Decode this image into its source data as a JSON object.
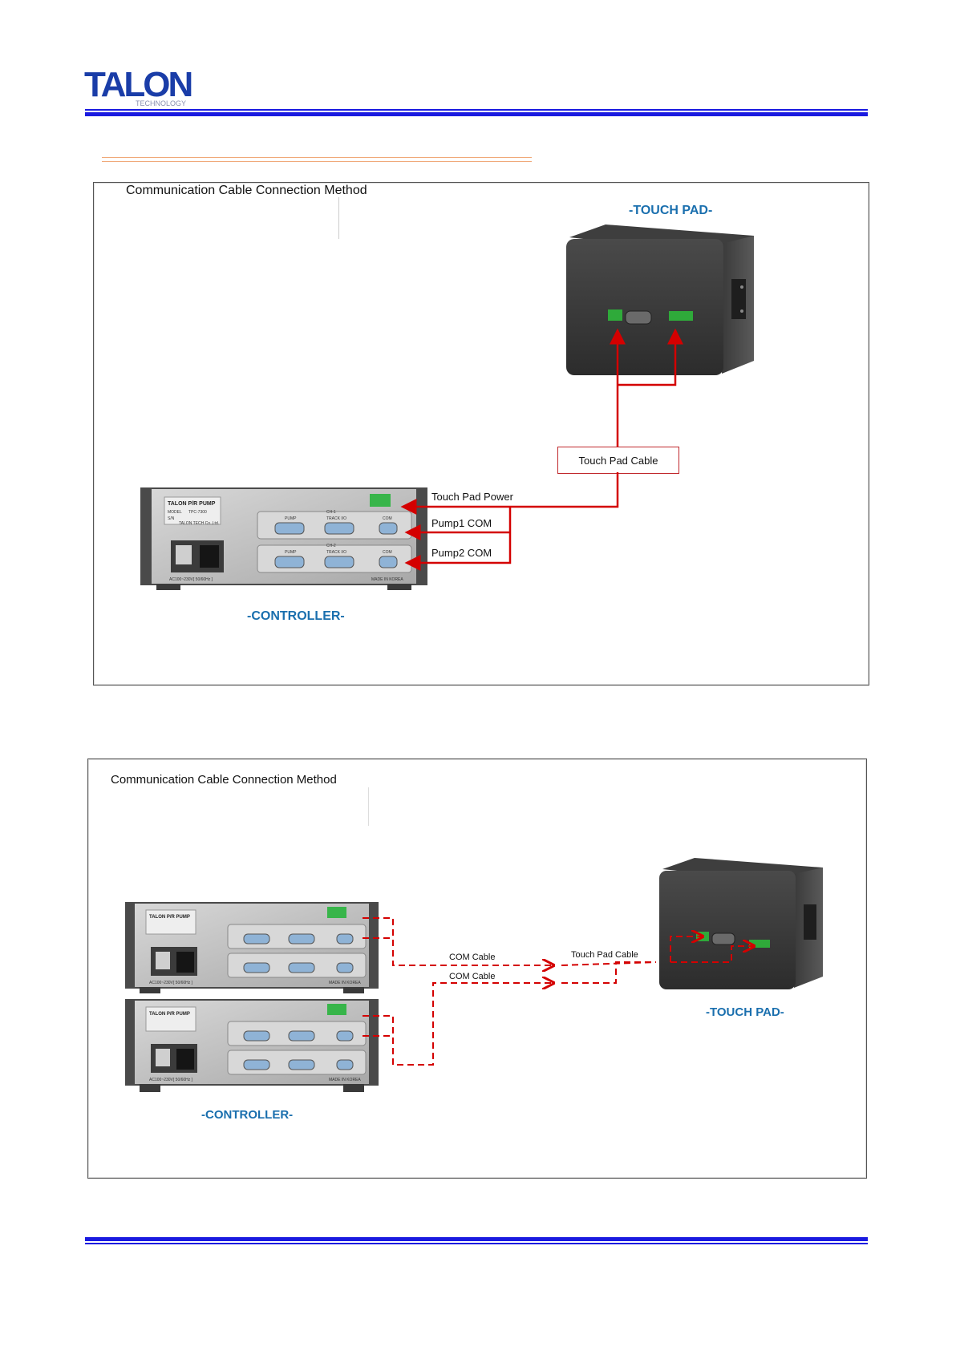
{
  "header": {
    "logo_text": "TALON",
    "logo_subtext": "TECHNOLOGY"
  },
  "diagram1": {
    "title": "Communication Cable Connection Method",
    "touch_pad_label": "-TOUCH PAD-",
    "controller_label": "-CONTROLLER-",
    "touch_pad_cable": "Touch Pad Cable",
    "touch_pad_power": "Touch Pad Power",
    "pump1_com": "Pump1  COM",
    "pump2_com": "Pump2  COM"
  },
  "diagram2": {
    "title": "Communication Cable Connection Method",
    "touch_pad_label": "-TOUCH PAD-",
    "controller_label": "-CONTROLLER-",
    "com_cable_1": "COM Cable",
    "com_cable_2": "COM Cable",
    "touch_pad_cable": "Touch Pad Cable"
  },
  "controller_unit": {
    "brand": "TALON P/R PUMP",
    "model_label": "MODEL",
    "model": "TPC-7300",
    "serial_label": "S/N",
    "company": "TALON TECH Co.,Ltd.",
    "channel1": "CH-1",
    "channel2": "CH-2",
    "port_pump": "PUMP",
    "port_track": "TRACK I/O",
    "port_com": "COM",
    "power_rating": "AC100~230V[ 50/60Hz ]",
    "origin": "MADE IN KOREA"
  },
  "colors": {
    "blue_rule": "#1a1ae0",
    "label_blue": "#1a6fae",
    "cable_red": "#d40000",
    "orange_rule": "#f0a878"
  }
}
